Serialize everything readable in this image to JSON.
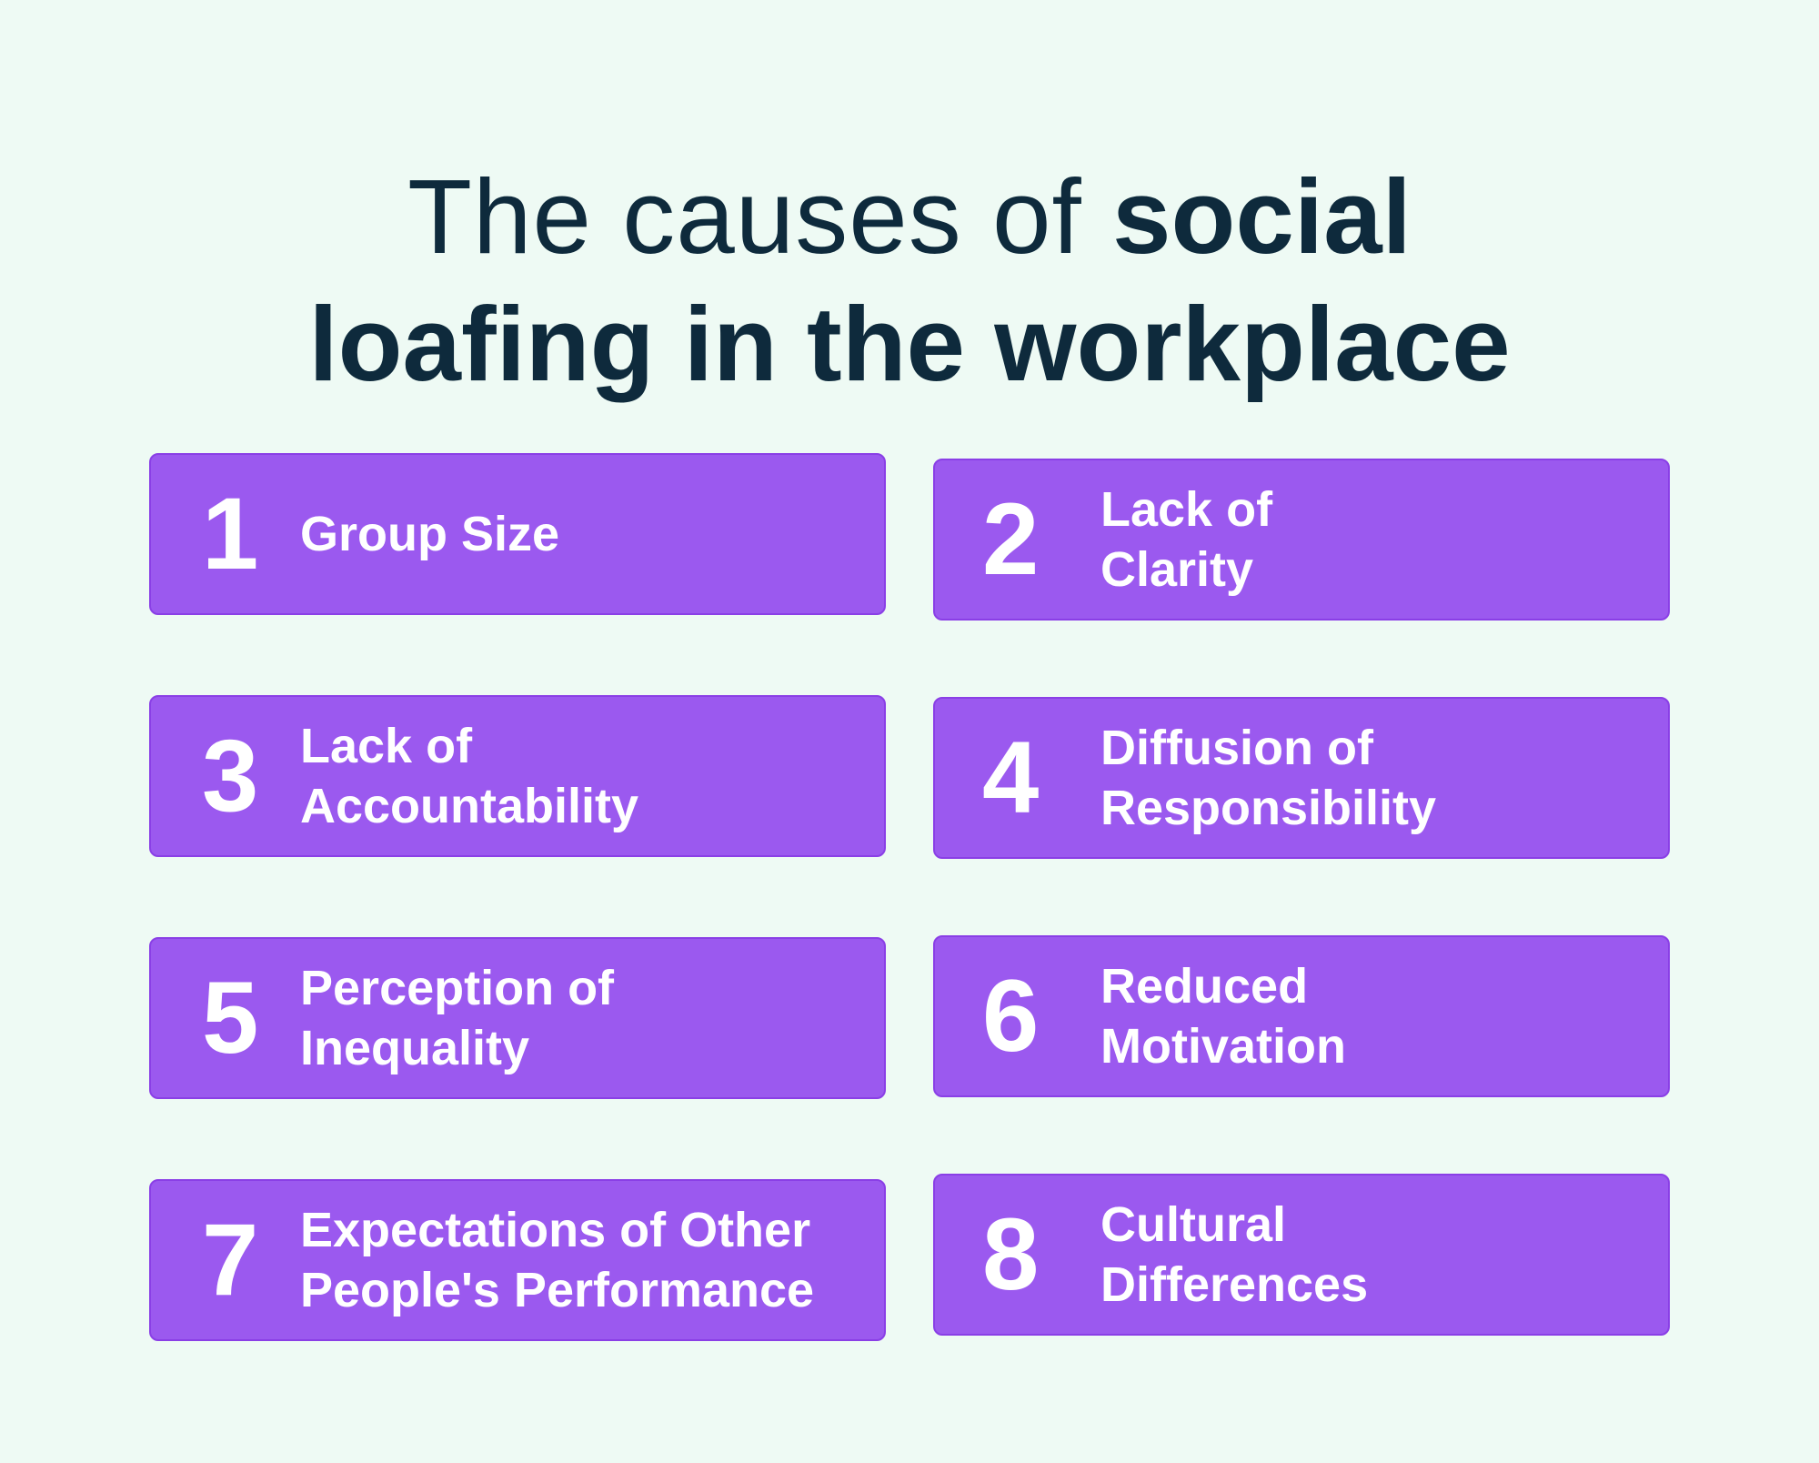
{
  "title": {
    "part1": "The causes of ",
    "part2": "social",
    "part3": "loafing in the workplace"
  },
  "causes": [
    {
      "number": "1",
      "line1": "Group Size",
      "line2": ""
    },
    {
      "number": "2",
      "line1": "Lack of",
      "line2": "Clarity"
    },
    {
      "number": "3",
      "line1": "Lack of",
      "line2": "Accountability"
    },
    {
      "number": "4",
      "line1": "Diffusion of",
      "line2": "Responsibility"
    },
    {
      "number": "5",
      "line1": "Perception of",
      "line2": "Inequality"
    },
    {
      "number": "6",
      "line1": "Reduced",
      "line2": "Motivation"
    },
    {
      "number": "7",
      "line1": "Expectations of Other",
      "line2": "People's Performance"
    },
    {
      "number": "8",
      "line1": "Cultural",
      "line2": "Differences"
    }
  ],
  "colors": {
    "background": "#EEFAF4",
    "title": "#0E2A3C",
    "card": "#9B59EF",
    "card_border": "#8A3FE6",
    "card_text": "#FFFFFF"
  }
}
